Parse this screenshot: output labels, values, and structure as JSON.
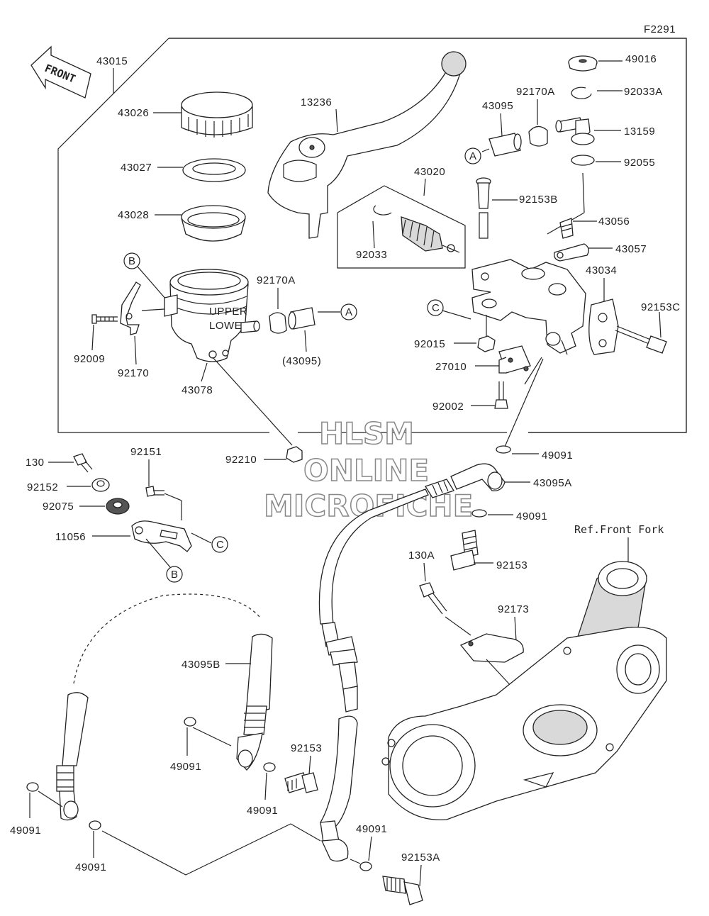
{
  "figure_code": "F2291",
  "front_arrow": "FRONT",
  "reference": "Ref.Front Fork",
  "watermark": [
    "HLSM",
    "ONLINE",
    "MICROFICHE"
  ],
  "callouts": {
    "A": "A",
    "B": "B",
    "C": "C"
  },
  "parts": {
    "p43015": "43015",
    "p43026": "43026",
    "p43027": "43027",
    "p43028": "43028",
    "p13236": "13236",
    "p43095": "43095",
    "p92170A_top": "92170A",
    "p49016": "49016",
    "p92033A": "92033A",
    "p13159": "13159",
    "p92055": "92055",
    "p43020": "43020",
    "p92153B": "92153B",
    "p92033": "92033",
    "p43056": "43056",
    "p43057": "43057",
    "p43034": "43034",
    "p92153C": "92153C",
    "p92170A_mid": "92170A",
    "p43095_paren": "(43095)",
    "p92009": "92009",
    "p92170": "92170",
    "p43078": "43078",
    "p92015": "92015",
    "p27010": "27010",
    "p92002": "92002",
    "p92210": "92210",
    "p130": "130",
    "p92151": "92151",
    "p92152": "92152",
    "p92075": "92075",
    "p11056": "11056",
    "p49091_a": "49091",
    "p43095A": "43095A",
    "p49091_b": "49091",
    "p130A": "130A",
    "p92153_a": "92153",
    "p92173": "92173",
    "p43095B": "43095B",
    "p49091_c": "49091",
    "p92153_b": "92153",
    "p49091_d": "49091",
    "p49091_e": "49091",
    "p49091_f": "49091",
    "p49091_g": "49091",
    "p92153A": "92153A"
  }
}
